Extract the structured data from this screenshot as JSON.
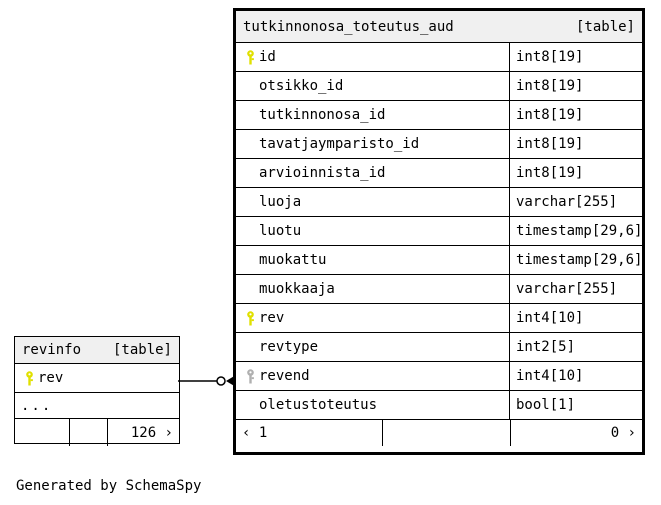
{
  "diagram": {
    "caption": "Generated by SchemaSpy",
    "kind_label": "[table]"
  },
  "main_table": {
    "name": "tutkinnonosa_toteutus_aud",
    "kind": "[table]",
    "columns": [
      {
        "key": "primary",
        "name": "id",
        "type": "int8[19]"
      },
      {
        "key": "none",
        "name": "otsikko_id",
        "type": "int8[19]"
      },
      {
        "key": "none",
        "name": "tutkinnonosa_id",
        "type": "int8[19]"
      },
      {
        "key": "none",
        "name": "tavatjaymparisto_id",
        "type": "int8[19]"
      },
      {
        "key": "none",
        "name": "arvioinnista_id",
        "type": "int8[19]"
      },
      {
        "key": "none",
        "name": "luoja",
        "type": "varchar[255]"
      },
      {
        "key": "none",
        "name": "luotu",
        "type": "timestamp[29,6]"
      },
      {
        "key": "none",
        "name": "muokattu",
        "type": "timestamp[29,6]"
      },
      {
        "key": "none",
        "name": "muokkaaja",
        "type": "varchar[255]"
      },
      {
        "key": "primary",
        "name": "rev",
        "type": "int4[10]"
      },
      {
        "key": "none",
        "name": "revtype",
        "type": "int2[5]"
      },
      {
        "key": "foreign",
        "name": "revend",
        "type": "int4[10]"
      },
      {
        "key": "none",
        "name": "oletustoteutus",
        "type": "bool[1]"
      }
    ],
    "footer": {
      "left": "‹ 1",
      "middle": "",
      "right": "0 ›"
    }
  },
  "revinfo_table": {
    "name": "revinfo",
    "kind": "[table]",
    "columns": [
      {
        "key": "primary",
        "name": "rev",
        "type": ""
      }
    ],
    "ellipsis": "...",
    "footer": {
      "left": "",
      "middle": "",
      "right": "126 ›"
    }
  },
  "colors": {
    "primary_key": "#e0e000",
    "foreign_key": "#b0b0b0",
    "header_bg": "#f0f0f0",
    "border": "#000000",
    "background": "#ffffff"
  }
}
